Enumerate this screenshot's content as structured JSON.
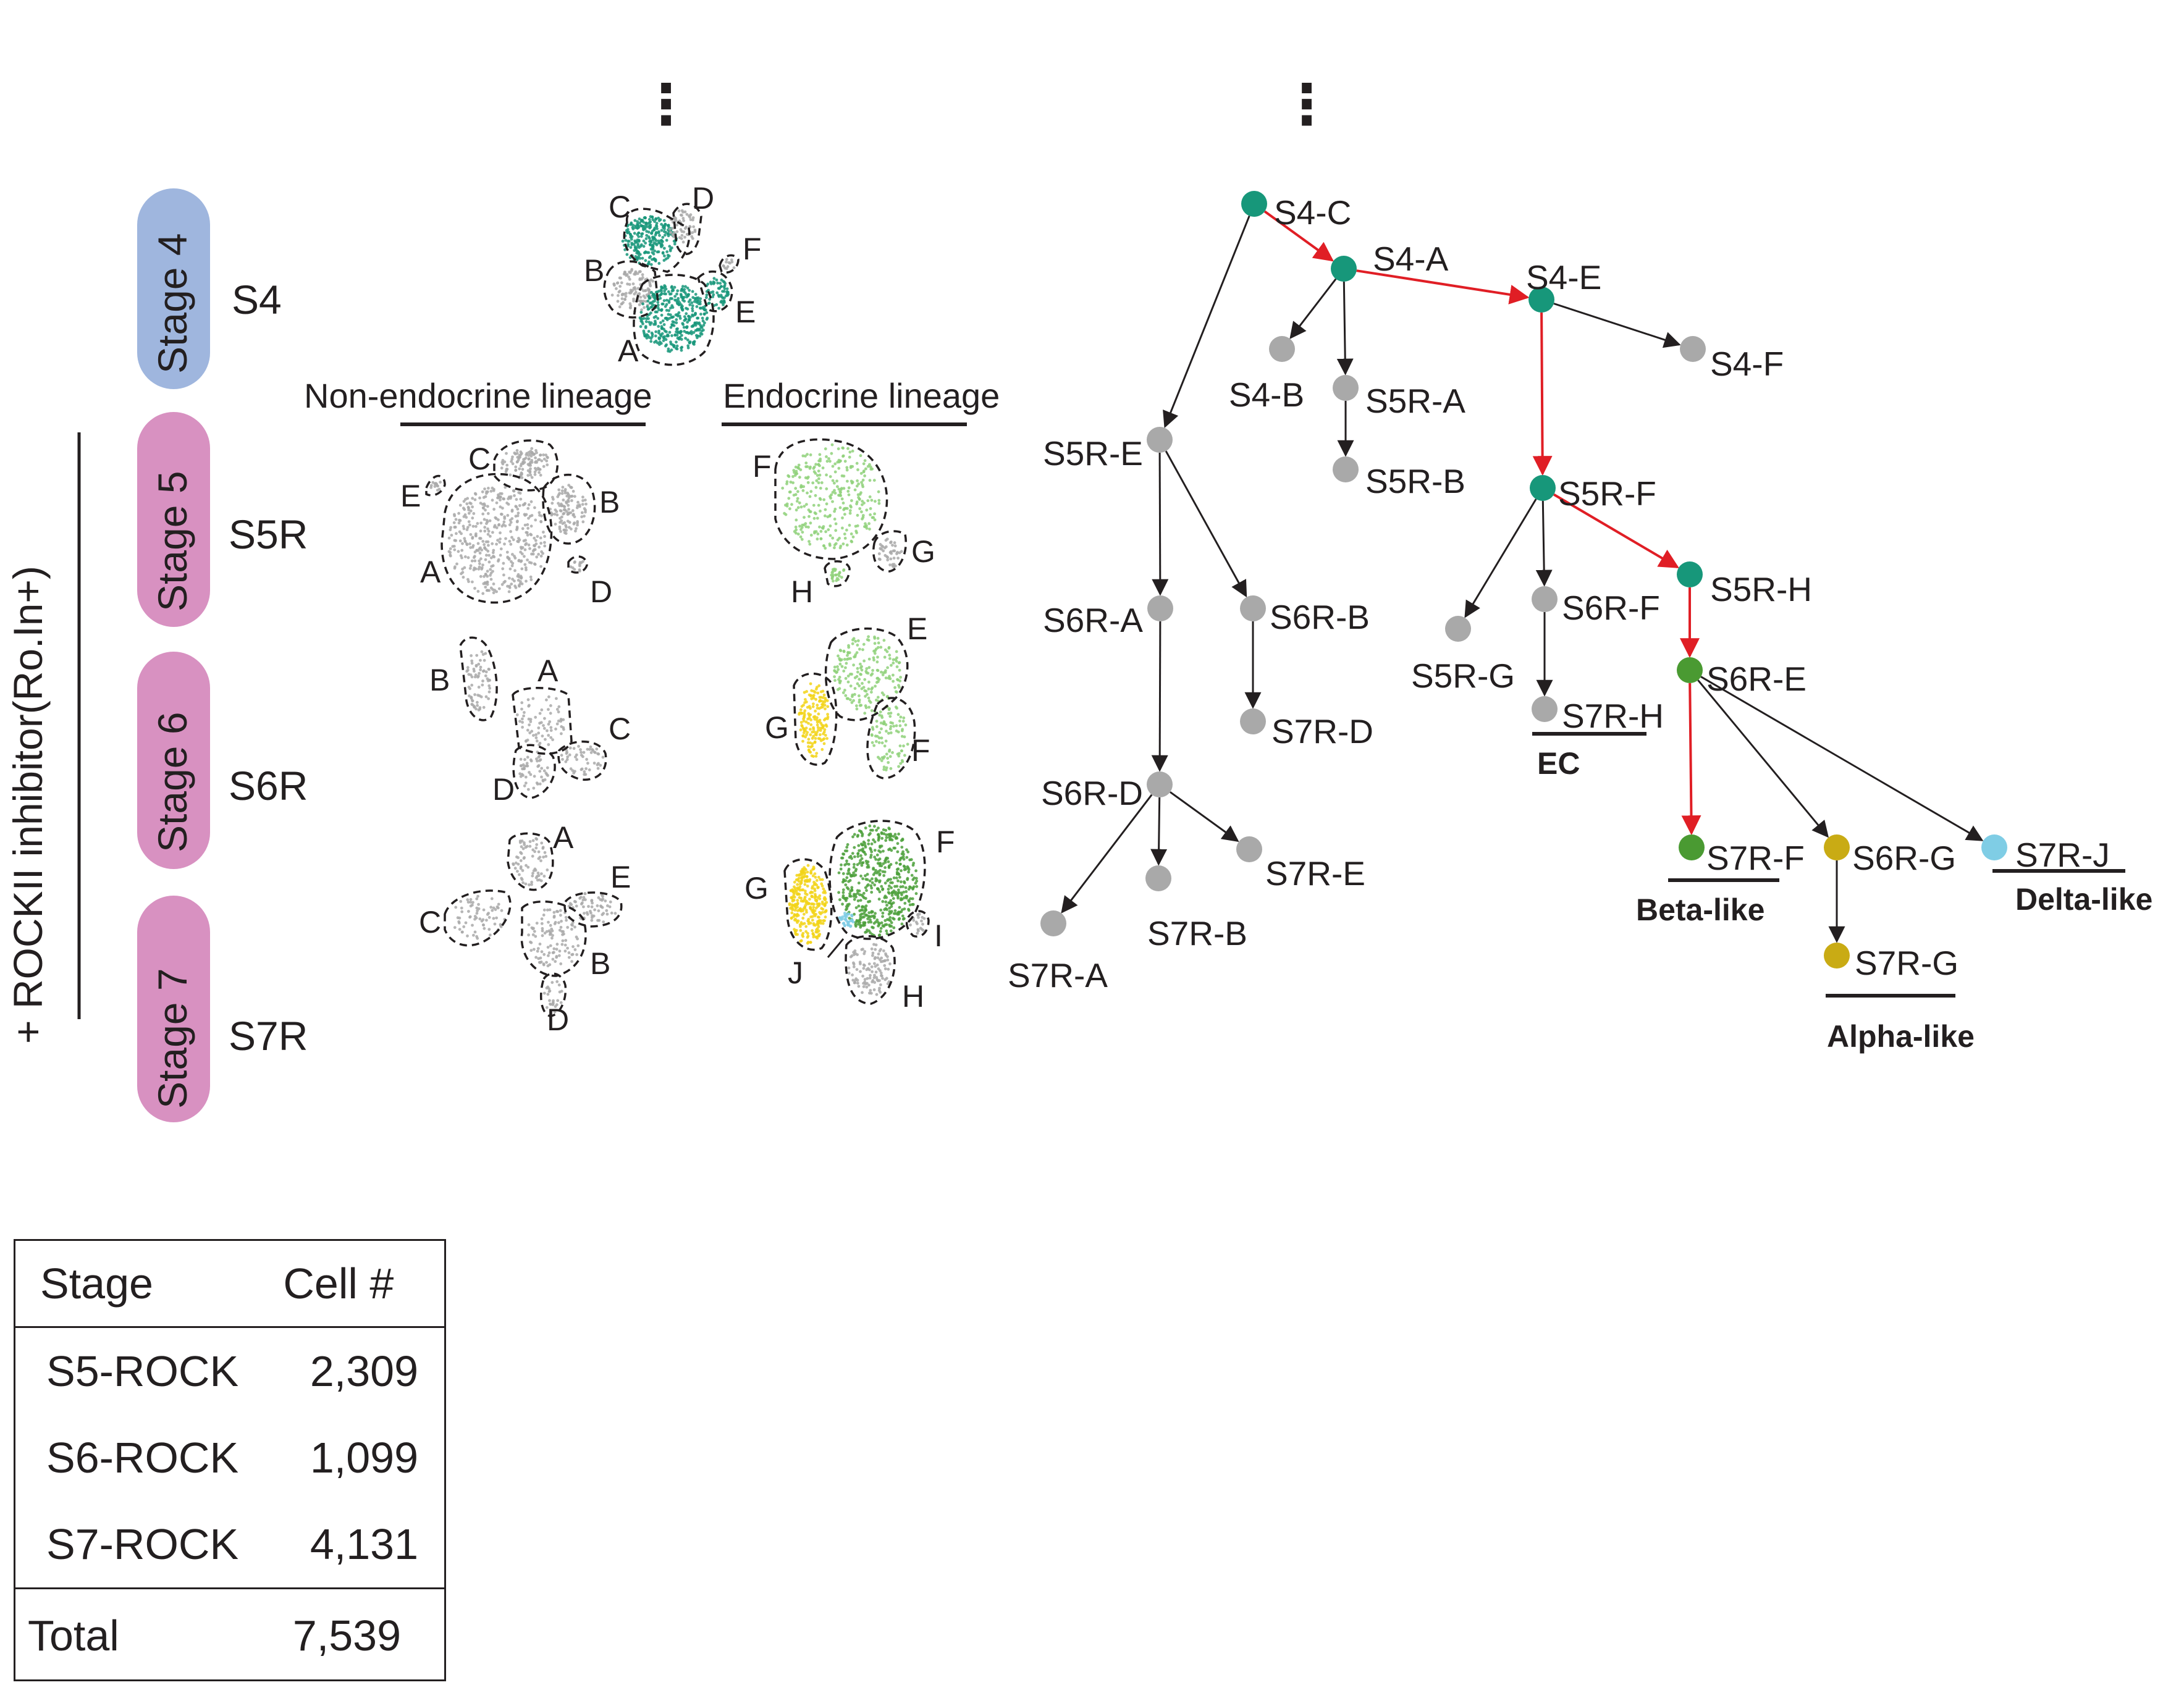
{
  "header": {
    "ellipsis_left": "⋮",
    "ellipsis_right": "⋮"
  },
  "side_label": "+ ROCKII inhibitor(Ro.In+)",
  "stages": [
    {
      "pill": "Stage 4",
      "code": "S4",
      "color": "#9fb6de"
    },
    {
      "pill": "Stage 5",
      "code": "S5R",
      "color": "#d891c1"
    },
    {
      "pill": "Stage 6",
      "code": "S6R",
      "color": "#d891c1"
    },
    {
      "pill": "Stage 7",
      "code": "S7R",
      "color": "#d891c1"
    }
  ],
  "lineage_headers": {
    "non_endocrine": "Non-endocrine lineage",
    "endocrine": "Endocrine lineage"
  },
  "cluster_labels": {
    "s4": [
      "C",
      "D",
      "F",
      "B",
      "E",
      "A"
    ],
    "s5_non": [
      "C",
      "E",
      "B",
      "A",
      "D"
    ],
    "s5_endo": [
      "F",
      "G",
      "H"
    ],
    "s6_non": [
      "B",
      "A",
      "C",
      "D"
    ],
    "s6_endo": [
      "E",
      "G",
      "F"
    ],
    "s7_non": [
      "A",
      "E",
      "C",
      "B",
      "D"
    ],
    "s7_endo": [
      "F",
      "G",
      "I",
      "J",
      "H"
    ]
  },
  "colors": {
    "teal": "#17977a",
    "green": "#4ca03b",
    "yellow": "#f2d318",
    "light_green": "#8fd17a",
    "blue": "#7fcde5",
    "grey": "#a9a9a9",
    "olive": "#c9ab14",
    "red_edge": "#e01e25"
  },
  "tree_nodes": [
    {
      "id": "S4-C",
      "color": "#17977a"
    },
    {
      "id": "S4-A",
      "color": "#17977a"
    },
    {
      "id": "S4-E",
      "color": "#17977a"
    },
    {
      "id": "S4-F",
      "color": "#a9a9a9"
    },
    {
      "id": "S4-B",
      "color": "#a9a9a9"
    },
    {
      "id": "S5R-A",
      "color": "#a9a9a9"
    },
    {
      "id": "S5R-B",
      "color": "#a9a9a9"
    },
    {
      "id": "S5R-E",
      "color": "#a9a9a9"
    },
    {
      "id": "S5R-F",
      "color": "#17977a"
    },
    {
      "id": "S5R-H",
      "color": "#17977a"
    },
    {
      "id": "S5R-G",
      "color": "#a9a9a9"
    },
    {
      "id": "S6R-F",
      "color": "#a9a9a9"
    },
    {
      "id": "S6R-E",
      "color": "#4a9a32"
    },
    {
      "id": "S6R-A",
      "color": "#a9a9a9"
    },
    {
      "id": "S6R-B",
      "color": "#a9a9a9"
    },
    {
      "id": "S7R-D",
      "color": "#a9a9a9"
    },
    {
      "id": "S7R-H",
      "color": "#a9a9a9"
    },
    {
      "id": "S6R-D",
      "color": "#a9a9a9"
    },
    {
      "id": "S7R-A",
      "color": "#a9a9a9"
    },
    {
      "id": "S7R-B",
      "color": "#a9a9a9"
    },
    {
      "id": "S7R-E",
      "color": "#a9a9a9"
    },
    {
      "id": "S7R-F",
      "color": "#4a9a32"
    },
    {
      "id": "S6R-G",
      "color": "#c9ab14"
    },
    {
      "id": "S7R-J",
      "color": "#7fcde5"
    },
    {
      "id": "S7R-G",
      "color": "#c9ab14"
    }
  ],
  "tree_edges": [
    {
      "from": "S4-C",
      "to": "S4-A",
      "color": "red"
    },
    {
      "from": "S4-A",
      "to": "S4-E",
      "color": "red"
    },
    {
      "from": "S4-E",
      "to": "S5R-F",
      "color": "red"
    },
    {
      "from": "S5R-F",
      "to": "S5R-H",
      "color": "red"
    },
    {
      "from": "S5R-H",
      "to": "S6R-E",
      "color": "red"
    },
    {
      "from": "S6R-E",
      "to": "S7R-F",
      "color": "red"
    },
    {
      "from": "S4-C",
      "to": "S5R-E",
      "color": "black"
    },
    {
      "from": "S4-A",
      "to": "S4-B",
      "color": "black"
    },
    {
      "from": "S4-A",
      "to": "S5R-A",
      "color": "black"
    },
    {
      "from": "S5R-A",
      "to": "S5R-B",
      "color": "black"
    },
    {
      "from": "S4-E",
      "to": "S4-F",
      "color": "black"
    },
    {
      "from": "S5R-E",
      "to": "S6R-A",
      "color": "black"
    },
    {
      "from": "S5R-E",
      "to": "S6R-B",
      "color": "black"
    },
    {
      "from": "S6R-B",
      "to": "S7R-D",
      "color": "black"
    },
    {
      "from": "S6R-A",
      "to": "S6R-D",
      "color": "black"
    },
    {
      "from": "S6R-D",
      "to": "S7R-A",
      "color": "black"
    },
    {
      "from": "S6R-D",
      "to": "S7R-B",
      "color": "black"
    },
    {
      "from": "S6R-D",
      "to": "S7R-E",
      "color": "black"
    },
    {
      "from": "S5R-F",
      "to": "S5R-G",
      "color": "black"
    },
    {
      "from": "S5R-F",
      "to": "S6R-F",
      "color": "black"
    },
    {
      "from": "S6R-F",
      "to": "S7R-H",
      "color": "black"
    },
    {
      "from": "S6R-E",
      "to": "S6R-G",
      "color": "black"
    },
    {
      "from": "S6R-E",
      "to": "S7R-J",
      "color": "black"
    },
    {
      "from": "S6R-G",
      "to": "S7R-G",
      "color": "black"
    }
  ],
  "cell_type_labels": {
    "ec": "EC",
    "beta": "Beta-like",
    "delta": "Delta-like",
    "alpha": "Alpha-like"
  },
  "cell_table": {
    "header": {
      "stage": "Stage",
      "count": "Cell #"
    },
    "rows": [
      {
        "stage": "S5-ROCK",
        "count": "2,309"
      },
      {
        "stage": "S6-ROCK",
        "count": "1,099"
      },
      {
        "stage": "S7-ROCK",
        "count": "4,131"
      }
    ],
    "total": {
      "stage": "Total",
      "count": "7,539"
    }
  }
}
